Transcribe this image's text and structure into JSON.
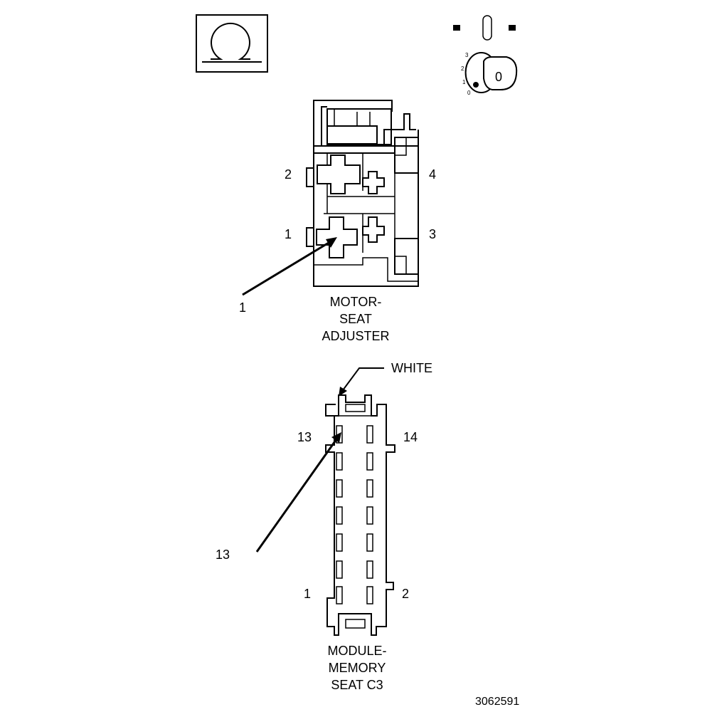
{
  "figure_id": "3062591",
  "ohm_symbol": "Ω",
  "ignition": {
    "key_label": "0",
    "positions": [
      "3",
      "2",
      "1",
      "0"
    ]
  },
  "motor_connector": {
    "caption_lines": [
      "MOTOR-",
      "SEAT",
      "ADJUSTER"
    ],
    "pins": {
      "p1": "1",
      "p2": "2",
      "p3": "3",
      "p4": "4"
    },
    "callout": "1"
  },
  "module_connector": {
    "caption_lines": [
      "MODULE-",
      "MEMORY",
      "SEAT C3"
    ],
    "color_label": "WHITE",
    "pins": {
      "p1": "1",
      "p2": "2",
      "p13": "13",
      "p14": "14"
    },
    "callout": "13"
  }
}
